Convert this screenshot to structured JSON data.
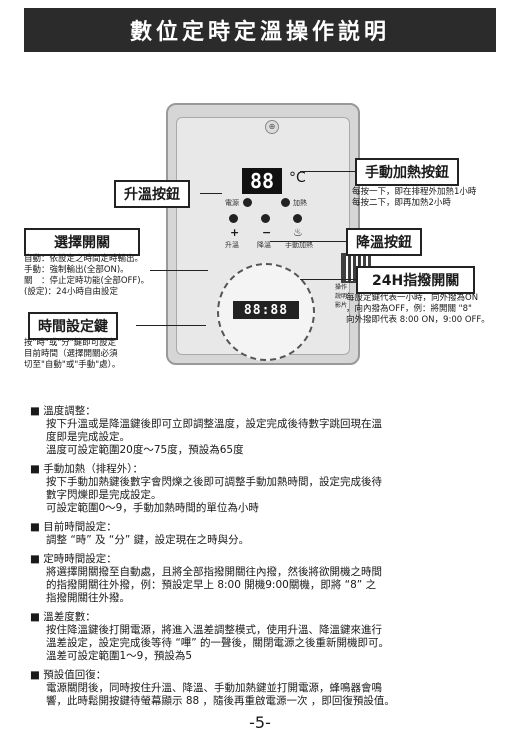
{
  "title": "數位定時定溫操作説明",
  "device": {
    "lcd": "88",
    "unit": "°C",
    "label_left": "電源",
    "label_right": "加熱",
    "btn_up_symbol": "+",
    "btn_down_symbol": "−",
    "btn_heat_symbol": "♨",
    "btn_up_label": "升溫",
    "btn_down_label": "降溫",
    "btn_heat_label": "手動加熱",
    "qr_label": "操作說明影片",
    "timer_digits": "88:88"
  },
  "callouts": {
    "manual_heat": "手動加熱按鈕",
    "manual_heat_note1": "每按一下，即在排程外加熱1小時",
    "manual_heat_note2": "每按二下，即再加熱2小時",
    "temp_up": "升溫按鈕",
    "temp_down": "降溫按鈕",
    "select_switch": "選擇開關",
    "select_note1": "自動：依設定之時間定時輸出。",
    "select_note2": "手動：強制輸出(全部ON)。",
    "select_note3": "關　：停止定時功能(全部OFF)。",
    "select_note4": "(設定)：24小時自由設定",
    "time_set": "時間設定鍵",
    "time_note1": "按\"時\"或\"分\"鍵即可設定",
    "time_note2": "目前時間（選擇開關必須",
    "time_note3": "切至\"自動\"或\"手動\"處）。",
    "dial_24h": "24H指撥開關",
    "dial_note1": "每設定鍵代表一小時，向外撥為ON",
    "dial_note2": "，向內撥為OFF，例：將開關 \"8\"",
    "dial_note3": "向外撥即代表 8:00 ON，9:00 OFF。"
  },
  "sections": [
    {
      "title": "溫度調整：",
      "lines": [
        "按下升溫或是降溫鍵後即可立即調整溫度，設定完成後待數字跳回現在溫",
        "度即是完成設定。",
        "溫度可設定範圍20度～75度，預設為65度"
      ]
    },
    {
      "title": "手動加熱（排程外）：",
      "lines": [
        "按下手動加熱鍵後數字會閃爍之後即可調整手動加熱時間，設定完成後待",
        "數字閃爍即是完成設定。",
        "可設定範圍0～9，手動加熱時間的單位為小時"
      ]
    },
    {
      "title": "目前時間設定：",
      "lines": [
        "調整 “時” 及 “分” 鍵，設定現在之時與分。"
      ]
    },
    {
      "title": "定時時間設定：",
      "lines": [
        "將選擇開關撥至自動處，且將全部指撥開關往內撥，然後將欲開機之時間",
        "的指撥開關往外撥，例：預設定早上 8:00 開機9:00關機，即將 “8” 之",
        "指撥開關往外撥。"
      ]
    },
    {
      "title": "溫差度數：",
      "lines": [
        "按住降溫鍵後打開電源，將進入溫差調整模式，使用升溫、降溫鍵來進行",
        "溫差設定，設定完成後等待 “嗶” 的一聲後，關閉電源之後重新開機即可。",
        "溫差可設定範圍1～9，預設為5"
      ]
    },
    {
      "title": "預設值回復：",
      "lines": [
        "電源關閉後，同時按住升溫、降溫、手動加熱鍵並打開電源，蜂鳴器會鳴",
        "響，此時鬆開按鍵待螢幕顯示 88 ，隨後再重啟電源一次 ，即回復預設值。"
      ]
    }
  ],
  "page_number": "-5-"
}
